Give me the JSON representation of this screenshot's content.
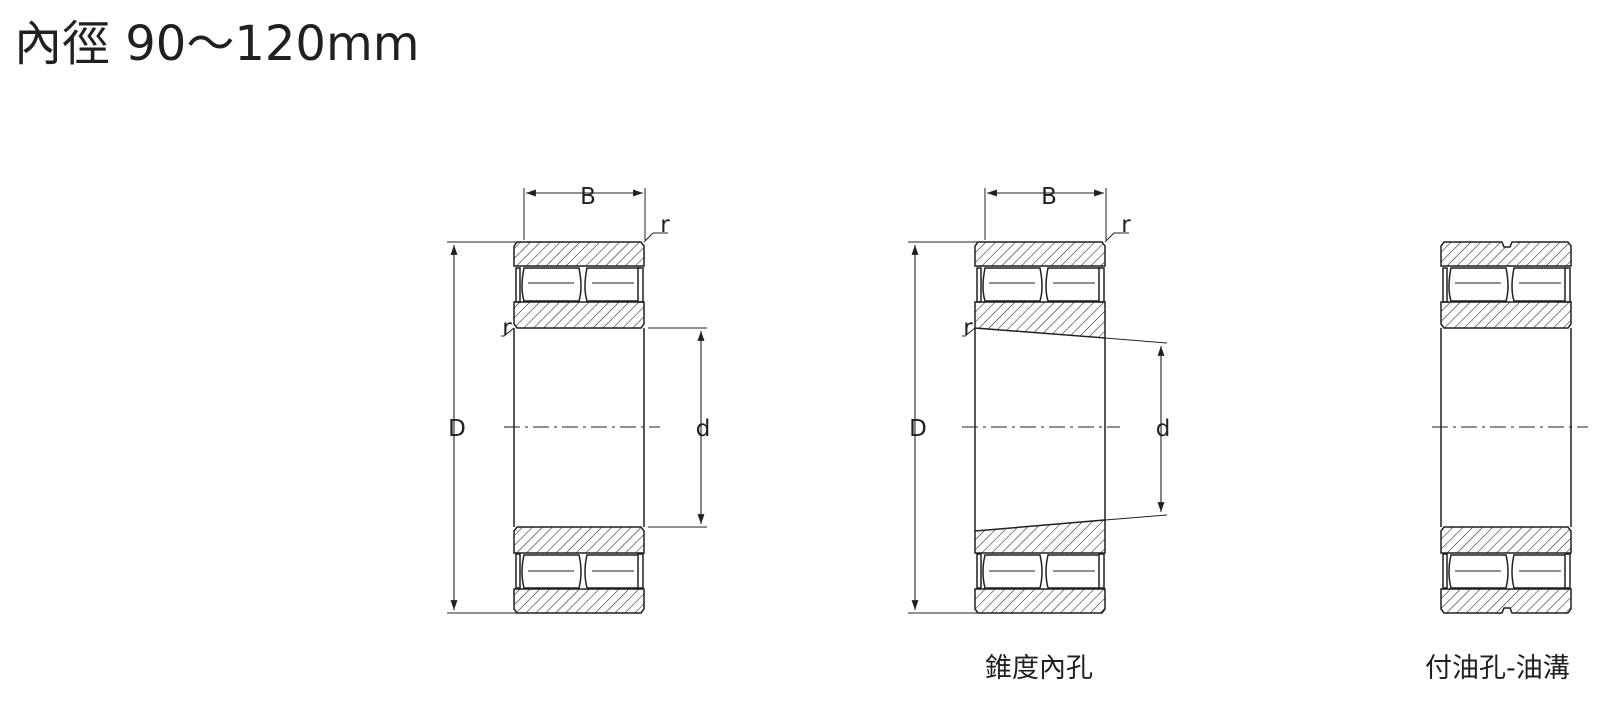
{
  "page": {
    "title": "內徑 90～120mm"
  },
  "labels": {
    "B": "B",
    "r": "r",
    "D": "D",
    "d": "d"
  },
  "captions": {
    "standard": "",
    "tapered_bore": "錐度內孔",
    "oil_groove": "付油孔-油溝"
  },
  "colors": {
    "line": "#231f20",
    "hatch": "#231f20",
    "background": "#ffffff"
  }
}
